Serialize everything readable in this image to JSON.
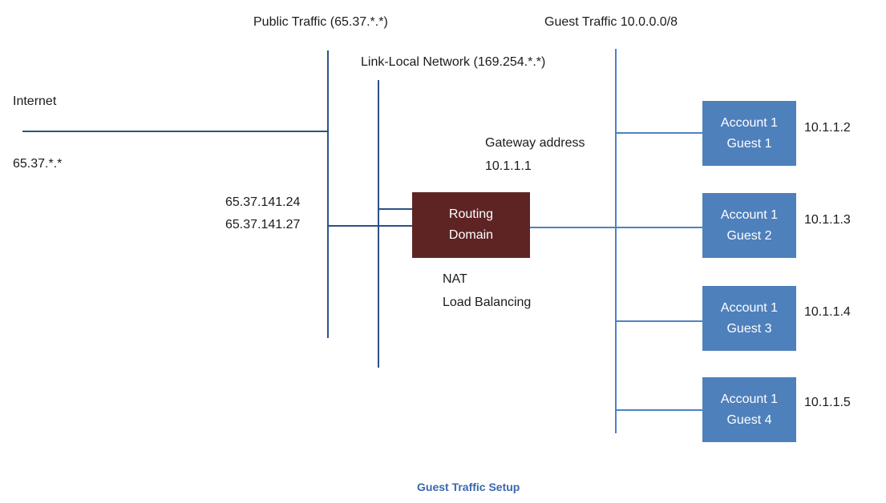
{
  "labels": {
    "public_traffic": "Public Traffic (65.37.*.*)",
    "guest_traffic": "Guest Traffic 10.0.0.0/8",
    "link_local": "Link-Local Network (169.254.*.*)",
    "internet": "Internet",
    "internet_ip": "65.37.*.*",
    "public_ip_1": "65.37.141.24",
    "public_ip_2": "65.37.141.27",
    "gateway_label": "Gateway address",
    "gateway_ip": "10.1.1.1",
    "nat": "NAT",
    "load_balancing": "Load Balancing"
  },
  "routing_domain": {
    "line1": "Routing",
    "line2": "Domain"
  },
  "guests": [
    {
      "line1": "Account 1",
      "line2": "Guest 1",
      "ip": "10.1.1.2"
    },
    {
      "line1": "Account 1",
      "line2": "Guest 2",
      "ip": "10.1.1.3"
    },
    {
      "line1": "Account 1",
      "line2": "Guest 3",
      "ip": "10.1.1.4"
    },
    {
      "line1": "Account 1",
      "line2": "Guest 4",
      "ip": "10.1.1.5"
    }
  ],
  "caption": "Guest Traffic Setup",
  "colors": {
    "dark_line": "#2C5186",
    "light_line": "#4E82C4",
    "guest_box_fill": "#4E80BC",
    "routing_box_fill": "#5E2424",
    "caption_text": "#3A67AC",
    "label_text": "#1B1B1B"
  }
}
